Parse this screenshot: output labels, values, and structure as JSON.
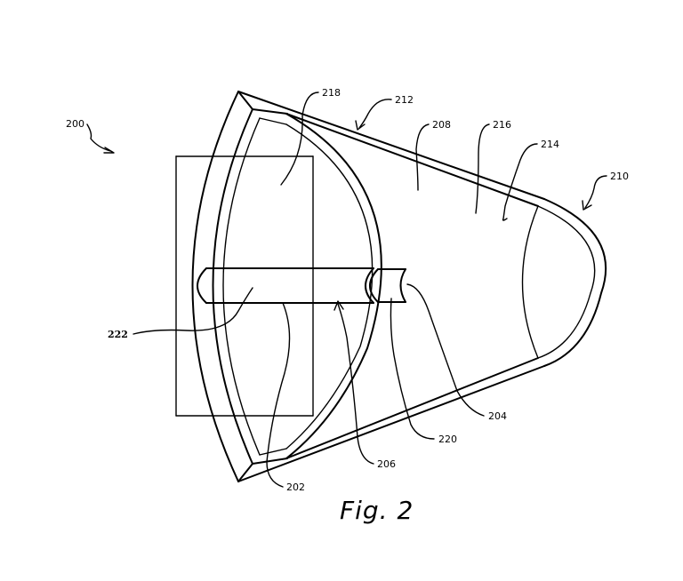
{
  "figure": {
    "caption": "Fig. 2",
    "labels": {
      "l200": "200",
      "l202": "202",
      "l204": "204",
      "l206": "206",
      "l208": "208",
      "l210": "210",
      "l212": "212",
      "l214": "214",
      "l216": "216",
      "l218": "218",
      "l220": "220",
      "l222": "222"
    }
  }
}
